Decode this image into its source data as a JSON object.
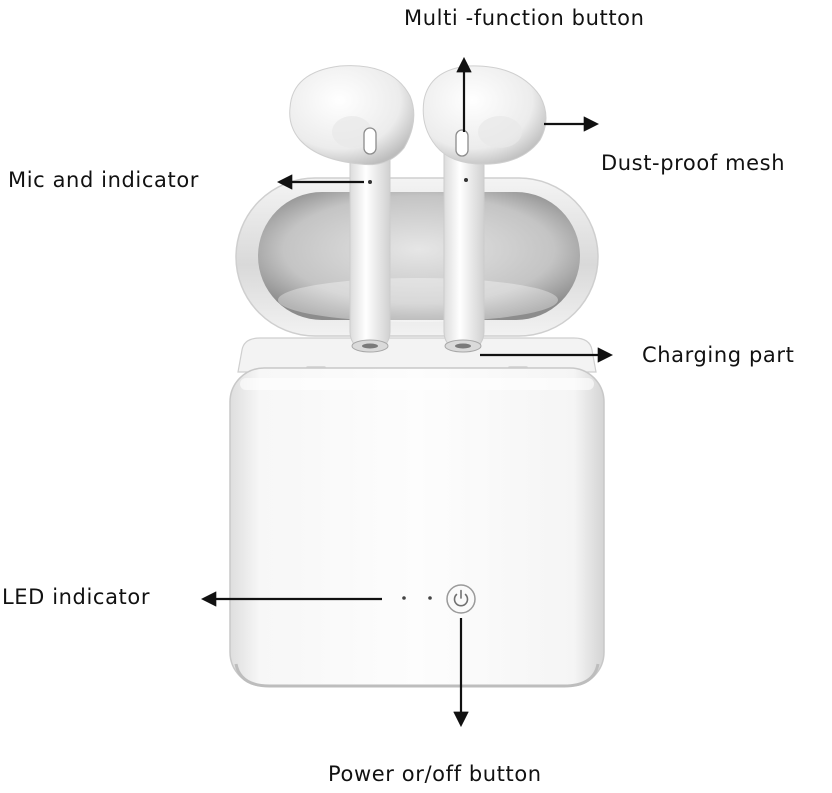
{
  "labels": {
    "multi_function_button": "Multi -function button",
    "mic_and_indicator": "Mic and indicator",
    "dust_proof_mesh": "Dust-proof mesh",
    "charging_part": "Charging part",
    "led_indicator": "LED indicator",
    "power_button": "Power or/off button"
  },
  "icons": {
    "power": "power-icon"
  },
  "colors": {
    "product_white": "#f7f7f7",
    "case_shadow": "#9a9a9a",
    "arrow": "#111111",
    "text": "#111111"
  }
}
